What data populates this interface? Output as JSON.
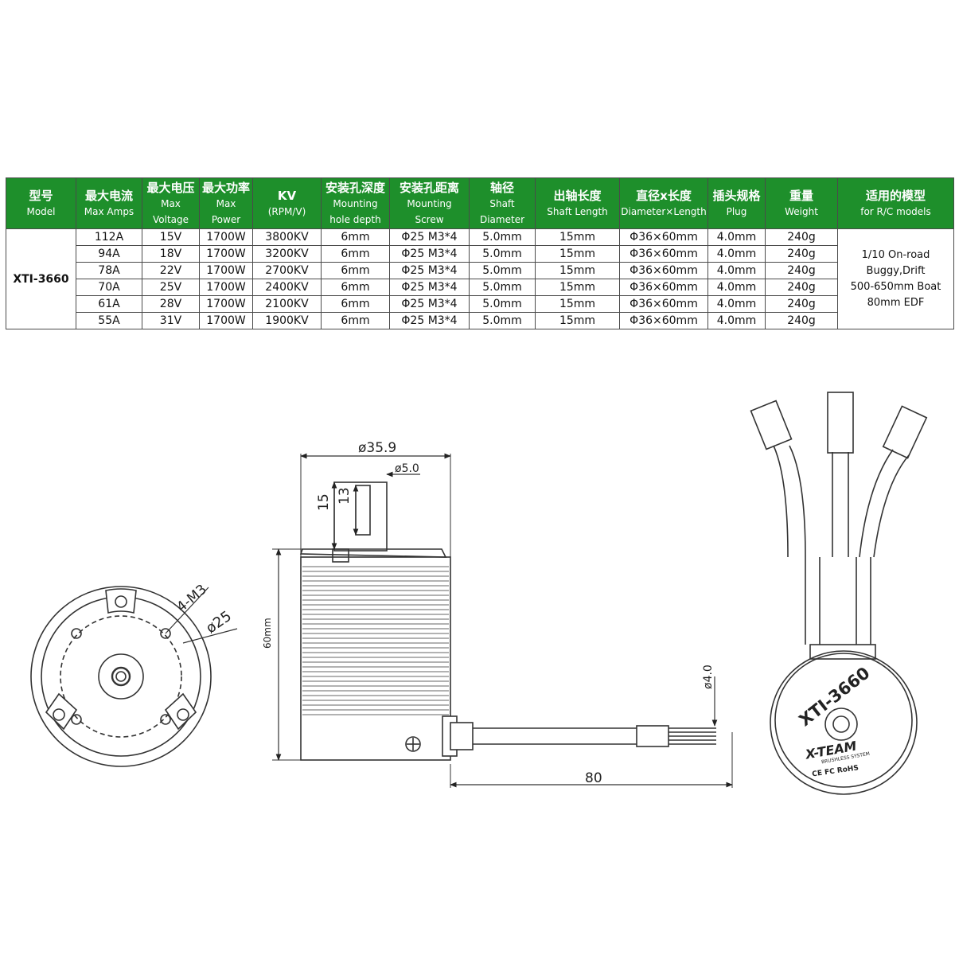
{
  "table": {
    "headers": [
      {
        "zh": "型号",
        "en": [
          "Model"
        ]
      },
      {
        "zh": "最大电流",
        "en": [
          "Max Amps"
        ]
      },
      {
        "zh": "最大电压",
        "en": [
          "Max",
          "Voltage"
        ]
      },
      {
        "zh": "最大功率",
        "en": [
          "Max",
          "Power"
        ]
      },
      {
        "zh": "KV",
        "en": [
          "(RPM/V)"
        ]
      },
      {
        "zh": "安装孔深度",
        "en": [
          "Mounting",
          "hole depth"
        ]
      },
      {
        "zh": "安装孔距离",
        "en": [
          "Mounting",
          "Screw"
        ]
      },
      {
        "zh": "轴径",
        "en": [
          "Shaft",
          "Diameter"
        ]
      },
      {
        "zh": "出轴长度",
        "en": [
          "Shaft Length"
        ]
      },
      {
        "zh": "直径x长度",
        "en": [
          "Diameter×Length"
        ]
      },
      {
        "zh": "插头规格",
        "en": [
          "Plug"
        ]
      },
      {
        "zh": "重量",
        "en": [
          "Weight"
        ]
      },
      {
        "zh": "适用的模型",
        "en": [
          "for R/C models"
        ]
      }
    ],
    "model": "XTI-3660",
    "rows": [
      [
        "112A",
        "15V",
        "1700W",
        "3800KV",
        "6mm",
        "Φ25 M3*4",
        "5.0mm",
        "15mm",
        "Φ36×60mm",
        "4.0mm",
        "240g"
      ],
      [
        "94A",
        "18V",
        "1700W",
        "3200KV",
        "6mm",
        "Φ25 M3*4",
        "5.0mm",
        "15mm",
        "Φ36×60mm",
        "4.0mm",
        "240g"
      ],
      [
        "78A",
        "22V",
        "1700W",
        "2700KV",
        "6mm",
        "Φ25 M3*4",
        "5.0mm",
        "15mm",
        "Φ36×60mm",
        "4.0mm",
        "240g"
      ],
      [
        "70A",
        "25V",
        "1700W",
        "2400KV",
        "6mm",
        "Φ25 M3*4",
        "5.0mm",
        "15mm",
        "Φ36×60mm",
        "4.0mm",
        "240g"
      ],
      [
        "61A",
        "28V",
        "1700W",
        "2100KV",
        "6mm",
        "Φ25 M3*4",
        "5.0mm",
        "15mm",
        "Φ36×60mm",
        "4.0mm",
        "240g"
      ],
      [
        "55A",
        "31V",
        "1700W",
        "1900KV",
        "6mm",
        "Φ25 M3*4",
        "5.0mm",
        "15mm",
        "Φ36×60mm",
        "4.0mm",
        "240g"
      ]
    ],
    "applications": [
      "1/10 On-road",
      "Buggy,Drift",
      "500-650mm Boat",
      "80mm EDF"
    ]
  },
  "drawing": {
    "dim_mount": "4-M3",
    "dim_bolt_circle": "ø25",
    "dim_diameter": "ø35.9",
    "dim_shaft": "ø5.0",
    "dim_shaft_length": "15",
    "dim_hole_depth": "13",
    "dim_length": "60mm",
    "dim_plug": "ø4.0",
    "dim_wire": "80",
    "motor_label": "XTI-3660",
    "brand": "X-TEAM",
    "brand_sub": "BRUSHLESS SYSTEM",
    "cert_marks": "CE FC RoHS"
  },
  "colors": {
    "header_bg": "#1e8f2b",
    "header_text": "#ffffff"
  }
}
